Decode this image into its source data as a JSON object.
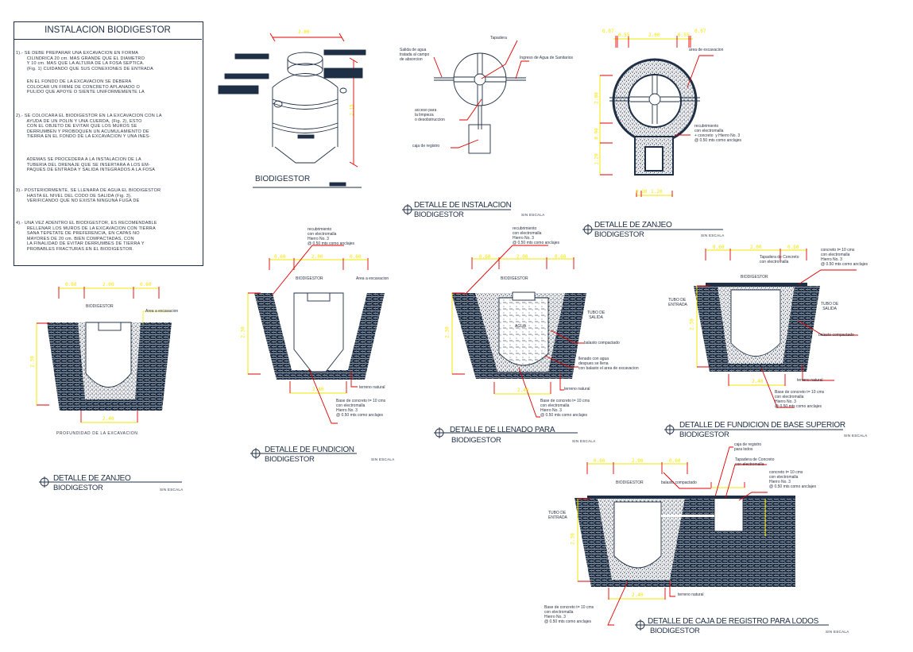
{
  "sheet": {
    "instructions": {
      "title": "INSTALACION BIODIGESTOR",
      "steps": [
        "1).- SE DEBE PREPARAR UNA EXCAVACION EN FORMA\n        CILINDRICA 20 cm. MAS GRANDE QUE EL DIAMETRO\n        Y 10 cm. MAS QUE LA ALTURA DE LA FOSA SEPTICA.\n        (Fig. 1) CUIDANDO QUE SUS CONEXIONES DE ENTRADA",
        "        EN EL FONDO DE LA EXCAVACION SE DEBERA\n        COLOCAR UN FIRME DE CONCRETO APLANADO O\n        PULIDO QUE APOYE O SIENTE UNIFORMEMENTE LA",
        "2).- SE COLOCARA EL BIODIGESTOR EN LA EXCAVACION CON LA\n        AYUDA DE UN POLIN Y UNA CUERDA, (Fig. 2), ESTO\n        CON EL OBJETO DE EVITAR QUE LOS MUROS SE\n        DERRUMBEN Y PROBOQUEN UN ACUMULAMIENTO DE\n        TIERRA EN EL FONDO DE LA EXCAVACION Y UNA INES-",
        "        ADEMAS SE PROCEDERA A LA INSTALACION DE LA\n        TUBERIA DEL DRENAJE QUE SE INSERTARA A LOS EM-\n        PAQUES DE ENTRADA Y SALIDA INTEGRADOS A LA FOSA",
        "3).- POSTERIORMENTE, SE LLENARA DE AGUA EL BIODIGESTOR\n        HASTA EL NIVEL DEL CODO DE SALIDA (Fig. 3),\n        VERIFICANDO QUE NO EXISTA NINGUNA FUGA DE",
        "4).- UNA VEZ ADENTRO EL BIODIGESTOR, ES RECOMENDABLE\n        RELLENAR LOS MUROS DE LA EXCAVACION CON TIERRA\n        SANA TEPETATE DE PREFERENCIA, EN CAPAS NO\n        MAYORES DE 20 cm. BIEN COMPACTADAS, CON\n        LA FINALIDAD DE EVITAR DERRUMBES DE TIERRA Y\n        PROBABLES FRACTURAS EN EL BIODIGESTOR."
      ]
    },
    "iso": {
      "title": "BIODIGESTOR",
      "dim_width": "2.00",
      "dim_height": "2.15"
    },
    "instalacion": {
      "title1": "DETALLE DE INSTALACION",
      "title2": "BIODIGESTOR",
      "scale": "SIN ESCALA",
      "labels": {
        "salida": "Salida de agua\ntratada al campo\nde absorcion",
        "tapadera": "Tapadera",
        "ingreso": "Ingreso de Agua de Sanitarios",
        "acceso": "acceso para\nla limpieza\no desobstruccion",
        "caja": "caja de registro"
      }
    },
    "zanjeo_planta": {
      "title1": "DETALLE DE ZANJEO",
      "title2": "BIODIGESTOR",
      "scale": "SIN ESCALA",
      "dims_top": [
        "0.07",
        "0.55",
        "2.00",
        "0.55",
        "0.07"
      ],
      "dims_left": [
        "2.00",
        "0.90",
        "1.20"
      ],
      "dims_bottom": [
        "0.30",
        "1.20"
      ],
      "labels": {
        "area": "area de excavacion",
        "recubrimiento": "recubrimiento\ncon electromalla\n+ concreto  y Hierro No. 3\n@ 0.50 mts como anclajes"
      }
    },
    "zanjeo_corte": {
      "title1": "DETALLE DE ZANJEO",
      "title2": "BIODIGESTOR",
      "scale": "SIN ESCALA",
      "dims_top": [
        "0.60",
        "2.00",
        "0.60"
      ],
      "dim_height": "2.30",
      "dim_bottom": "2.40",
      "caption": "PROFUNDIDAD DE LA EXCAVACION",
      "labels": {
        "biodigestor": "BIODIGESTOR",
        "area": "Area a excavacion"
      }
    },
    "fundicion": {
      "title1": "DETALLE DE FUNDICION",
      "title2": "BIODIGESTOR",
      "scale": "SIN ESCALA",
      "dims_top": [
        "0.60",
        "2.00",
        "0.60"
      ],
      "dim_height": "2.30",
      "dim_bottom": "2.40",
      "labels": {
        "recubrimiento": "recubrimiento\ncon electromalla\nHierro No. 3\n@ 0.50 mts como anclajes",
        "biodigestor": "BIODIGESTOR",
        "area": "Area a excavacion",
        "terreno": "terreno natural",
        "base": "Base de concreto t= 10 cms\ncon electromalla\nHierro No. 3\n@ 0.50 mts como anclajes"
      }
    },
    "llenado": {
      "title1": "DETALLE DE LLENADO PARA",
      "title2": "BIODIGESTOR",
      "scale": "SIN ESCALA",
      "dims_top": [
        "0.60",
        "2.00",
        "0.60"
      ],
      "dim_height": "2.30",
      "dim_bottom": "2.40",
      "labels": {
        "recubrimiento": "recubrimiento\ncon electromalla\nHierro No. 3\n@ 0.50 mts como anclajes",
        "biodigestor": "BIODIGESTOR",
        "agua": "AGUA",
        "tubo_salida": "TUBO DE\nSALIDA",
        "balasto": "balasto compactado",
        "llenado": "llenado con agua\ndespues se llena\ncon balasto el area de excavacion",
        "terreno": "terreno natural",
        "base": "Base de concreto t= 10 cms\ncon electromalla\nHierro No. 3\n@ 0.50 mts como anclajes"
      }
    },
    "base_superior": {
      "title1": "DETALLE DE FUNDICION DE BASE SUPERIOR",
      "title2": "BIODIGESTOR",
      "scale": "SIN ESCALA",
      "dims_top": [
        "0.60",
        "2.00",
        "0.60"
      ],
      "dim_height": "2.30",
      "dim_bottom": "2.40",
      "labels": {
        "concreto": "concreto t= 10 cms\ncon electromalla\nHierro No. 3\n@ 0.50 mts como anclajes",
        "tapadera": "Tapadera de Concreto\ncon electromalla",
        "biodigestor": "BIODIGESTOR",
        "tubo_entrada": "TUBO DE\nENTRADA",
        "tubo_salida": "TUBO DE\nSALIDA",
        "balasto": "balasto compactado",
        "terreno": "terreno natural",
        "base": "Base de concreto t= 10 cms\ncon electromalla\nHierro No. 3\n@ 0.50 mts como anclajes"
      }
    },
    "caja_registro": {
      "title1": "DETALLE DE CAJA DE REGISTRO PARA LODOS",
      "title2": "BIODIGESTOR",
      "scale": "SIN ESCALA",
      "dims_top": [
        "0.60",
        "2.00",
        "0.60"
      ],
      "dim_height": "2.30",
      "dim_bottom": "2.40",
      "labels": {
        "caja": "caja de registro\npara lodos",
        "tapadera": "Tapadera de Concreto\ncon electromalla",
        "concreto": "concreto t= 10 cms\ncon electromalla\nHierro No. 3\n@ 0.50 mts como anclajes",
        "biodigestor": "BIODIGESTOR",
        "balasto": "balasto compactado",
        "tubo_entrada": "TUBO DE\nENTRADA",
        "terreno": "terreno natural",
        "base": "Base de concreto t= 10 cms\ncon electromalla\nHierro No. 3\n@ 0.50 mts como anclajes"
      }
    }
  },
  "colors": {
    "ink": "#1f2f45",
    "leader": "#e00000",
    "dimension": "#f2e600"
  }
}
